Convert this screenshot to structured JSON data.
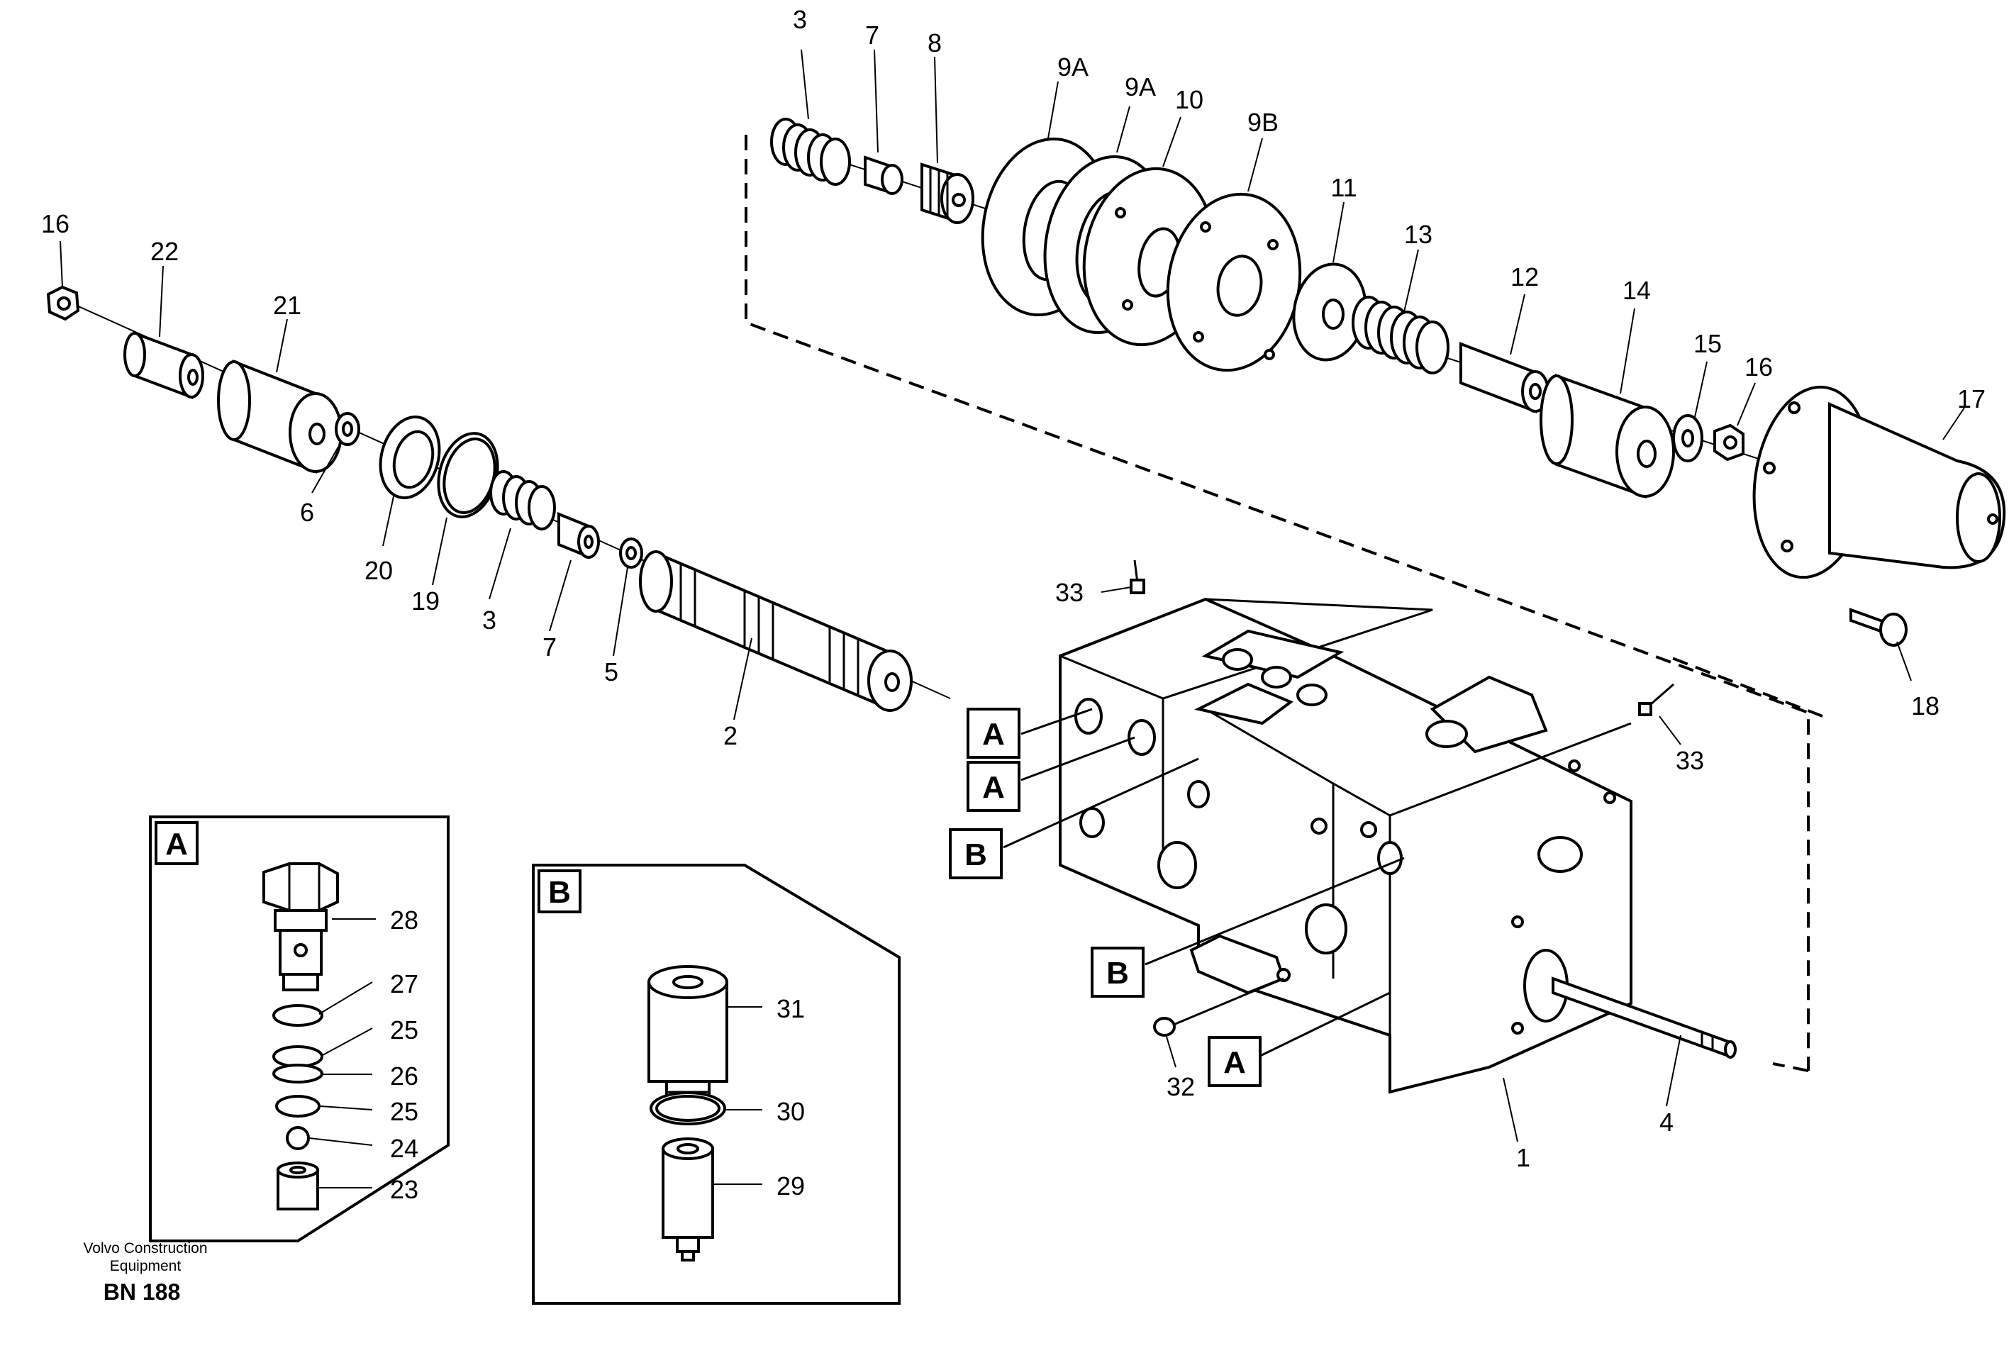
{
  "footer": {
    "publisher_line1": "Volvo Construction",
    "publisher_line2": "Equipment",
    "code": "BN 188"
  },
  "callouts": [
    "3",
    "7",
    "8",
    "9A",
    "9A",
    "10",
    "9B",
    "11",
    "13",
    "12",
    "14",
    "15",
    "16",
    "17",
    "16",
    "22",
    "21",
    "6",
    "20",
    "19",
    "3",
    "7",
    "5",
    "2",
    "33",
    "33",
    "18",
    "4",
    "1",
    "32",
    "28",
    "27",
    "25",
    "26",
    "25",
    "24",
    "23",
    "31",
    "30",
    "29"
  ],
  "section_tags": [
    "A",
    "A",
    "B",
    "B",
    "A"
  ],
  "inset_titles": [
    "A",
    "B"
  ]
}
